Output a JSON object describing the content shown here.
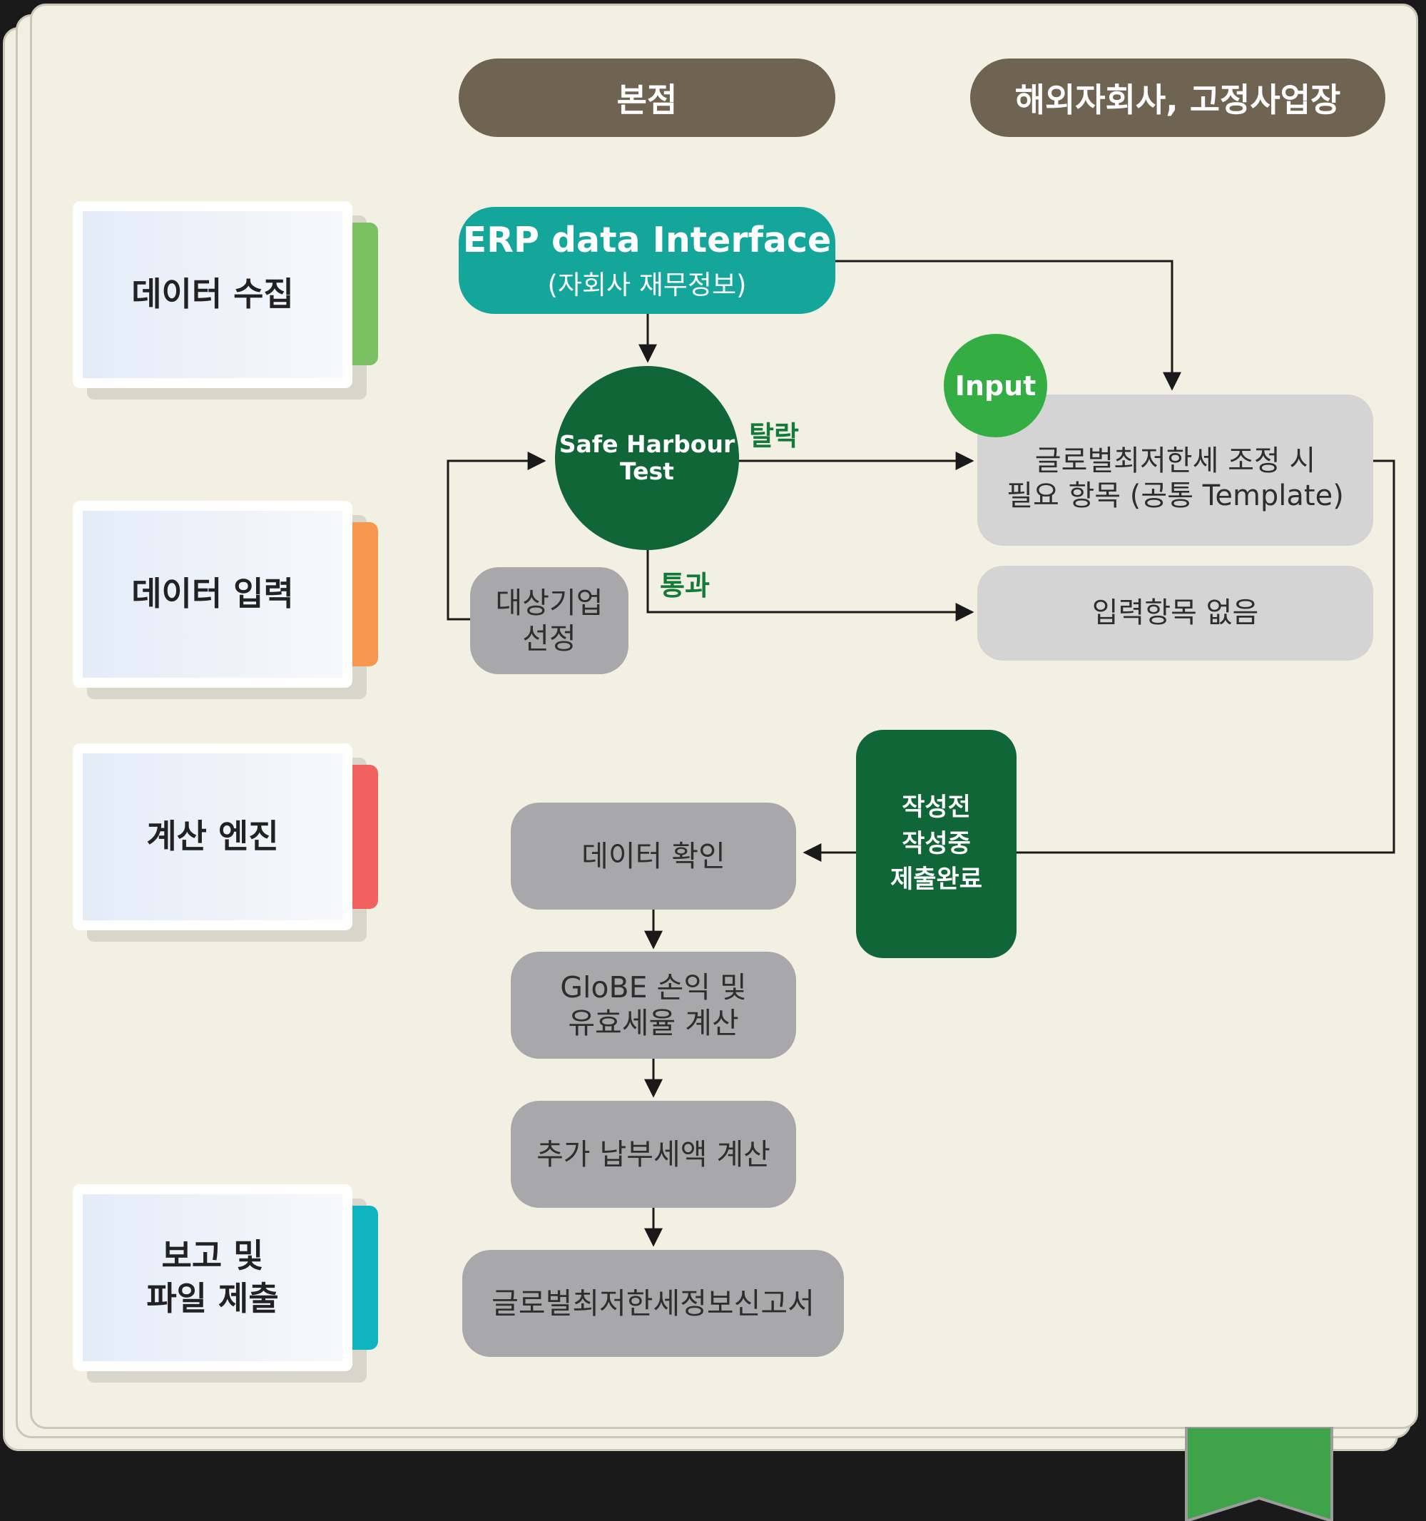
{
  "columns": {
    "head_office": "본점",
    "subsidiaries": "해외자회사, 고정사업장"
  },
  "steps": [
    {
      "label": "데이터 수집",
      "color": "#7cc064"
    },
    {
      "label": "데이터 입력",
      "color": "#f5974e"
    },
    {
      "label": "계산 엔진",
      "color": "#ef6260"
    },
    {
      "label": "보고 및\n파일 제출",
      "color": "#10b4c1"
    }
  ],
  "flow": {
    "erp_title": "ERP data Interface",
    "erp_subtitle": "(자회사 재무정보)",
    "safe_harbour": "Safe Harbour\nTest",
    "fail_label": "탈락",
    "pass_label": "통과",
    "select_entity": "대상기업\n선정",
    "input_badge": "Input",
    "template_item": "글로벌최저한세 조정 시\n필요 항목 (공통 Template)",
    "no_input": "입력항목 없음",
    "status": "작성전\n작성중\n제출완료",
    "data_check": "데이터 확인",
    "globe_calc": "GloBE 손익 및\n유효세율 계산",
    "topup_calc": "추가 납부세액 계산",
    "report": "글로벌최저한세정보신고서"
  },
  "colors": {
    "header": "#6f6352",
    "erp": "#14a59b",
    "dark_green": "#106637",
    "input_green": "#34ae43",
    "grey_box": "#a8a8aa",
    "light_grey_box": "#d4d4d4",
    "page": "#f2f0e3",
    "bookmark": "#3fa34a"
  }
}
